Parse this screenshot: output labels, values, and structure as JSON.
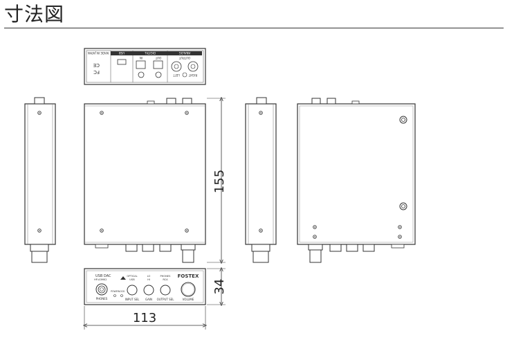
{
  "title": "寸法図",
  "dimensions": {
    "depth": "155",
    "height": "34",
    "width": "113"
  },
  "rear_panel": {
    "made_in": "MADE IN JAPAN",
    "usb": "USB",
    "digital": "DIGITAL",
    "digital_in": "IN",
    "digital_out": "OUT",
    "analog": "ANALOG",
    "output": "OUTPUT",
    "left": "LEFT",
    "right": "RIGHT"
  },
  "front_panel": {
    "brand": "FOSTEX",
    "model_line1": "USB DAC",
    "model_line2": "HP-A3MK2",
    "phones": "PHONES",
    "power": "POWER",
    "lock": "LOCK",
    "optical": "OPTICAL",
    "usb": "USB",
    "input_sel": "INPUT SEL",
    "lo": "LO",
    "hi": "HI",
    "gain": "GAIN",
    "phones_rca": "PHONES",
    "rca": "RCA",
    "output_sel": "OUTPUT SEL",
    "volume": "VOLUME"
  }
}
